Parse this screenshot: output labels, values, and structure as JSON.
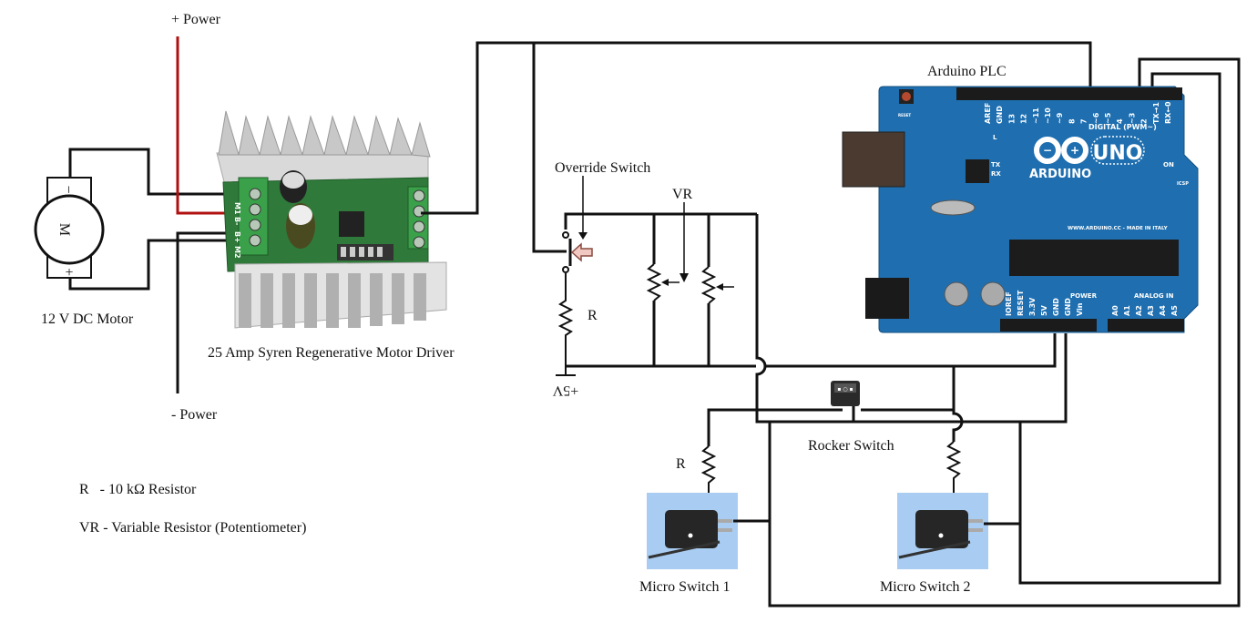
{
  "labels": {
    "plus_power": "+ Power",
    "minus_power": "- Power",
    "motor": "12 V DC Motor",
    "motor_symbol": "M",
    "motor_minus": "−",
    "motor_plus": "+",
    "driver": "25 Amp Syren Regenerative Motor Driver",
    "override_switch": "Override Switch",
    "vr": "VR",
    "r_override": "R",
    "plus_5v": "+5V",
    "arduino": "Arduino PLC",
    "rocker_switch": "Rocker Switch",
    "r_micro": "R",
    "micro_switch_1": "Micro Switch 1",
    "micro_switch_2": "Micro Switch 2"
  },
  "legend": {
    "r": "R   - 10 kΩ Resistor",
    "vr": "VR - Variable Resistor (Potentiometer)"
  },
  "driver_terminals": [
    "M1",
    "B-",
    "B+",
    "M2"
  ],
  "arduino": {
    "logo": "ARDUINO",
    "model": "UNO",
    "digital_header": "DIGITAL (PWM~)",
    "power_header": "POWER",
    "analog_header": "ANALOG IN",
    "website": "WWW.ARDUINO.CC - MADE IN ITALY",
    "on_led": "ON",
    "tx": "TX",
    "rx": "RX",
    "led_l": "L",
    "reset": "RESET",
    "icsp": "ICSP",
    "digital_pins": [
      "AREF",
      "GND",
      "13",
      "12",
      "~11",
      "~10",
      "~9",
      "8",
      "7",
      "~6",
      "~5",
      "4",
      "~3",
      "2",
      "TX→1",
      "RX←0"
    ],
    "power_pins": [
      "IOREF",
      "RESET",
      "3.3V",
      "5V",
      "GND",
      "GND",
      "Vin"
    ],
    "analog_pins": [
      "A0",
      "A1",
      "A2",
      "A3",
      "A4",
      "A5"
    ]
  },
  "colors": {
    "wire": "#111111",
    "power_wire": "#b01010",
    "arduino_board": "#1f6fb0",
    "driver_pcb": "#2f7a3a",
    "micro_switch_bg": "#a9cdf2"
  }
}
